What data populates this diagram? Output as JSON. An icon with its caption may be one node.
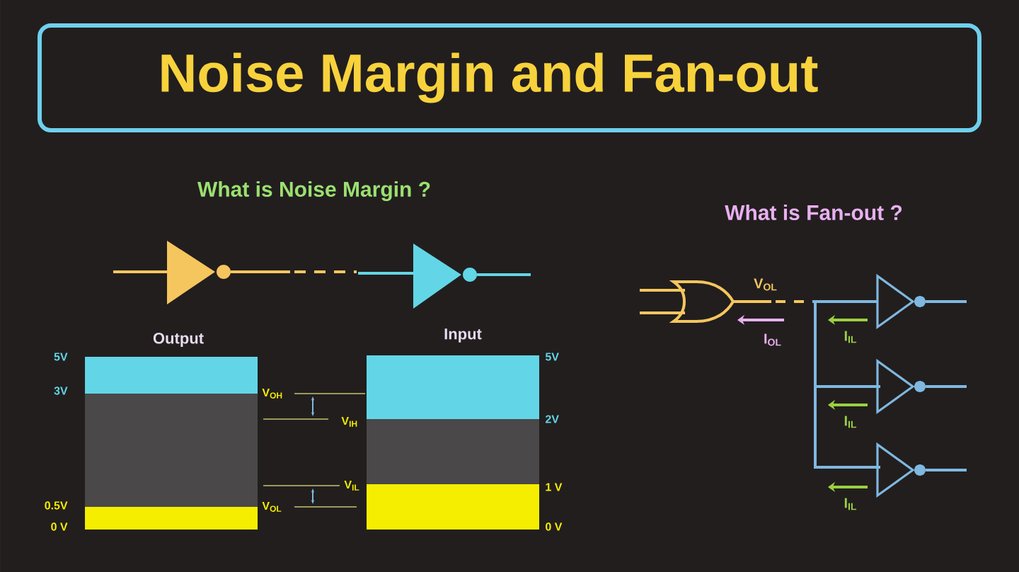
{
  "diagram": {
    "title": "Noise Margin and Fan-out",
    "labels": [
      "What is Noise Margin ?",
      "What is Fan-out ?",
      "Output",
      "Input",
      "5V",
      "3V",
      "0.5V",
      "0 V",
      "V$_{OH}$",
      "V$_{IH}$",
      "V$_{IL}$",
      "V$_{OL}$",
      "5V",
      "2V",
      "1 V",
      "0 V",
      "V$_{OL}$",
      "I$_{OL}$",
      "I$_{IL}$",
      "I$_{IL}$",
      "I$_{IL}$"
    ]
  }
}
